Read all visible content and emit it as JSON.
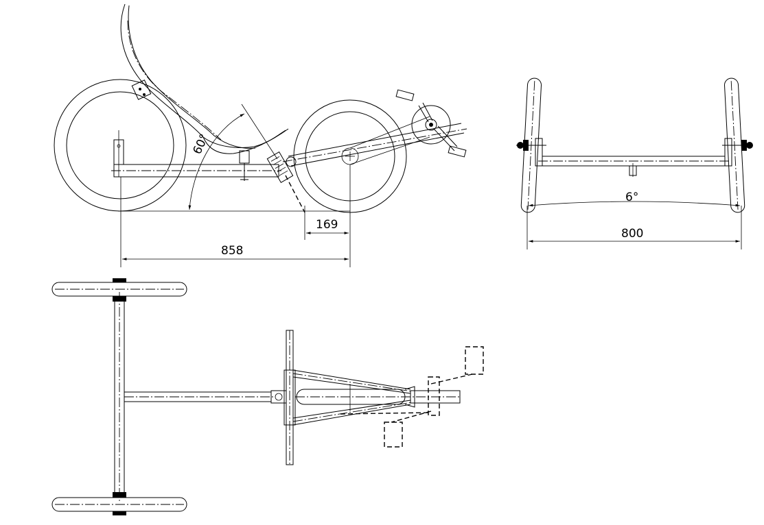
{
  "views": {
    "side": {
      "angle_label": "60°",
      "dim_short": "169",
      "dim_long": "858"
    },
    "front": {
      "camber_label": "6°",
      "track_width": "800"
    }
  },
  "colors": {
    "line": "#000000",
    "background": "#ffffff"
  }
}
